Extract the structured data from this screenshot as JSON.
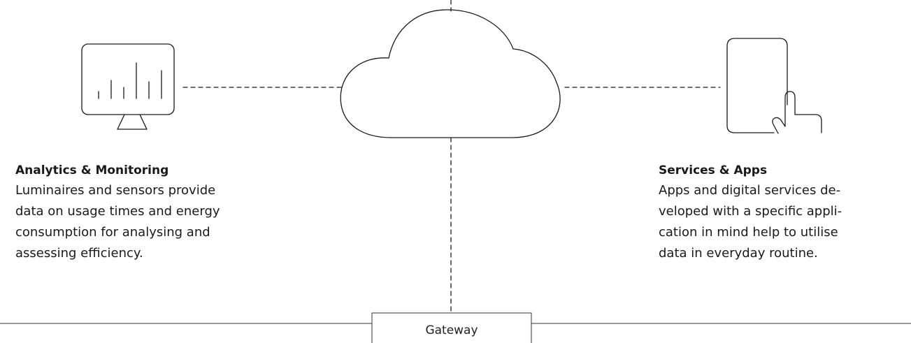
{
  "analytics": {
    "title": "Analytics & Monitoring",
    "lines": [
      "Luminaires and sensors provide",
      "data on usage times and energy",
      "consumption for analysing and",
      "assessing efficiency."
    ]
  },
  "services": {
    "title": "Services & Apps",
    "lines": [
      "Apps and digital services de-",
      "veloped with a specific appli-",
      "cation in mind help to utilise",
      "data in everyday routine."
    ]
  },
  "gateway": {
    "label": "Gateway"
  },
  "icons": {
    "left": "monitor-chart-icon",
    "center": "cloud-icon",
    "right": "tablet-touch-icon"
  }
}
